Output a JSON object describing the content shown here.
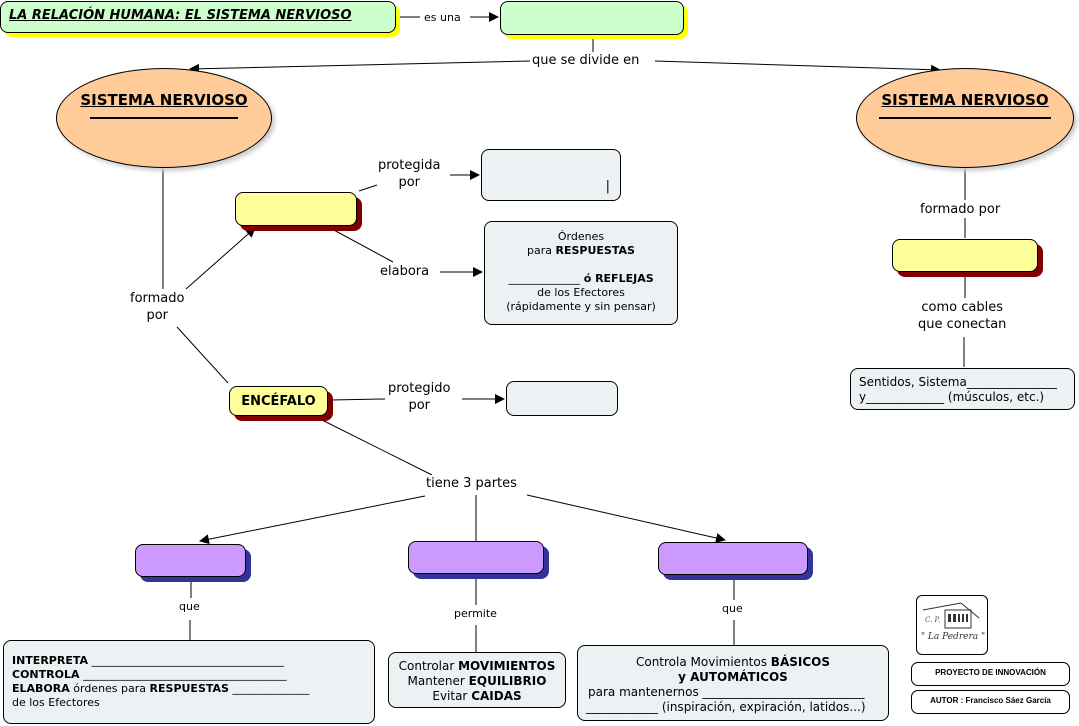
{
  "map_title": "LA RELACIÓN HUMANA: EL SISTEMA NERVIOSO",
  "links": {
    "es_una": "es una",
    "que_se_divide_en": "que se divide en",
    "formado_por_left_1": "formado",
    "formado_por_left_2": "por",
    "protegida_por_1": "protegida",
    "protegida_por_2": "por",
    "elabora": "elabora",
    "protegido_por_1": "protegido",
    "protegido_por_2": "por",
    "tiene_3_partes": "tiene 3 partes",
    "que_left": "que",
    "permite": "permite",
    "que_right": "que",
    "formado_por_right": "formado por",
    "como_cables_1": "como cables",
    "como_cables_2": "que conectan"
  },
  "concepts": {
    "definition_box": "",
    "ellipse_left_title": "SISTEMA NERVIOSO",
    "ellipse_right_title": "SISTEMA NERVIOSO",
    "left_upper_yellow": "",
    "protection_box_cursor": "|",
    "encefalo": "ENCÉFALO",
    "encefalo_protection_box": "",
    "right_yellow": "",
    "purple_left": "",
    "purple_middle": "",
    "purple_right": ""
  },
  "ordenes_box": {
    "line1": "Órdenes",
    "line2_plain": "para ",
    "line2_bold": "RESPUESTAS",
    "line3_blank": "_____________",
    "line3_bold": " ó REFLEJAS",
    "line4": "de los Efectores",
    "line5": "(rápidamente y sin pensar)"
  },
  "sentidos_box": {
    "line1": "Sentidos, Sistema_______________",
    "line2": " y_____________ (músculos, etc.)"
  },
  "interpreta_box": {
    "l1_bold": "INTERPRETA",
    "l1_blank": " ___________________________________",
    "l2_bold": "CONTROLA",
    "l2_blank": " _____________________________________",
    "l3_bold1": "ELABORA",
    "l3_plain": " órdenes para ",
    "l3_bold2": "RESPUESTAS",
    "l3_blank": " ______________",
    "l4": "de los Efectores"
  },
  "cerebelo_box": {
    "l1_plain": "Controlar ",
    "l1_bold": "MOVIMIENTOS",
    "l2_plain": "Mantener ",
    "l2_bold": "EQUILIBRIO",
    "l3_plain": "Evitar ",
    "l3_bold": "CAIDAS"
  },
  "bulbo_box": {
    "l1_plain": "Controla Movimientos ",
    "l1_bold": "BÁSICOS",
    "l2_bold": "y AUTOMÁTICOS",
    "l3": "para mantenernos ___________________________",
    "l4": "____________ (inspiración, expiración, latidos...)"
  },
  "credits": {
    "logo_top": "C. P.",
    "logo_name": "\" La Pedrera \"",
    "project": "PROYECTO DE INNOVACIÓN",
    "author": "AUTOR : Francisco Sáez García"
  },
  "colors": {
    "title_fill": "#ccffcc",
    "title_shadow": "#ffff00",
    "ellipse_fill": "#ffcc99",
    "yellow_fill": "#ffff99",
    "yellow_shadow": "#800000",
    "purple_fill": "#cc99ff",
    "purple_shadow": "#333399",
    "pale_fill": "#ecf2f4"
  }
}
